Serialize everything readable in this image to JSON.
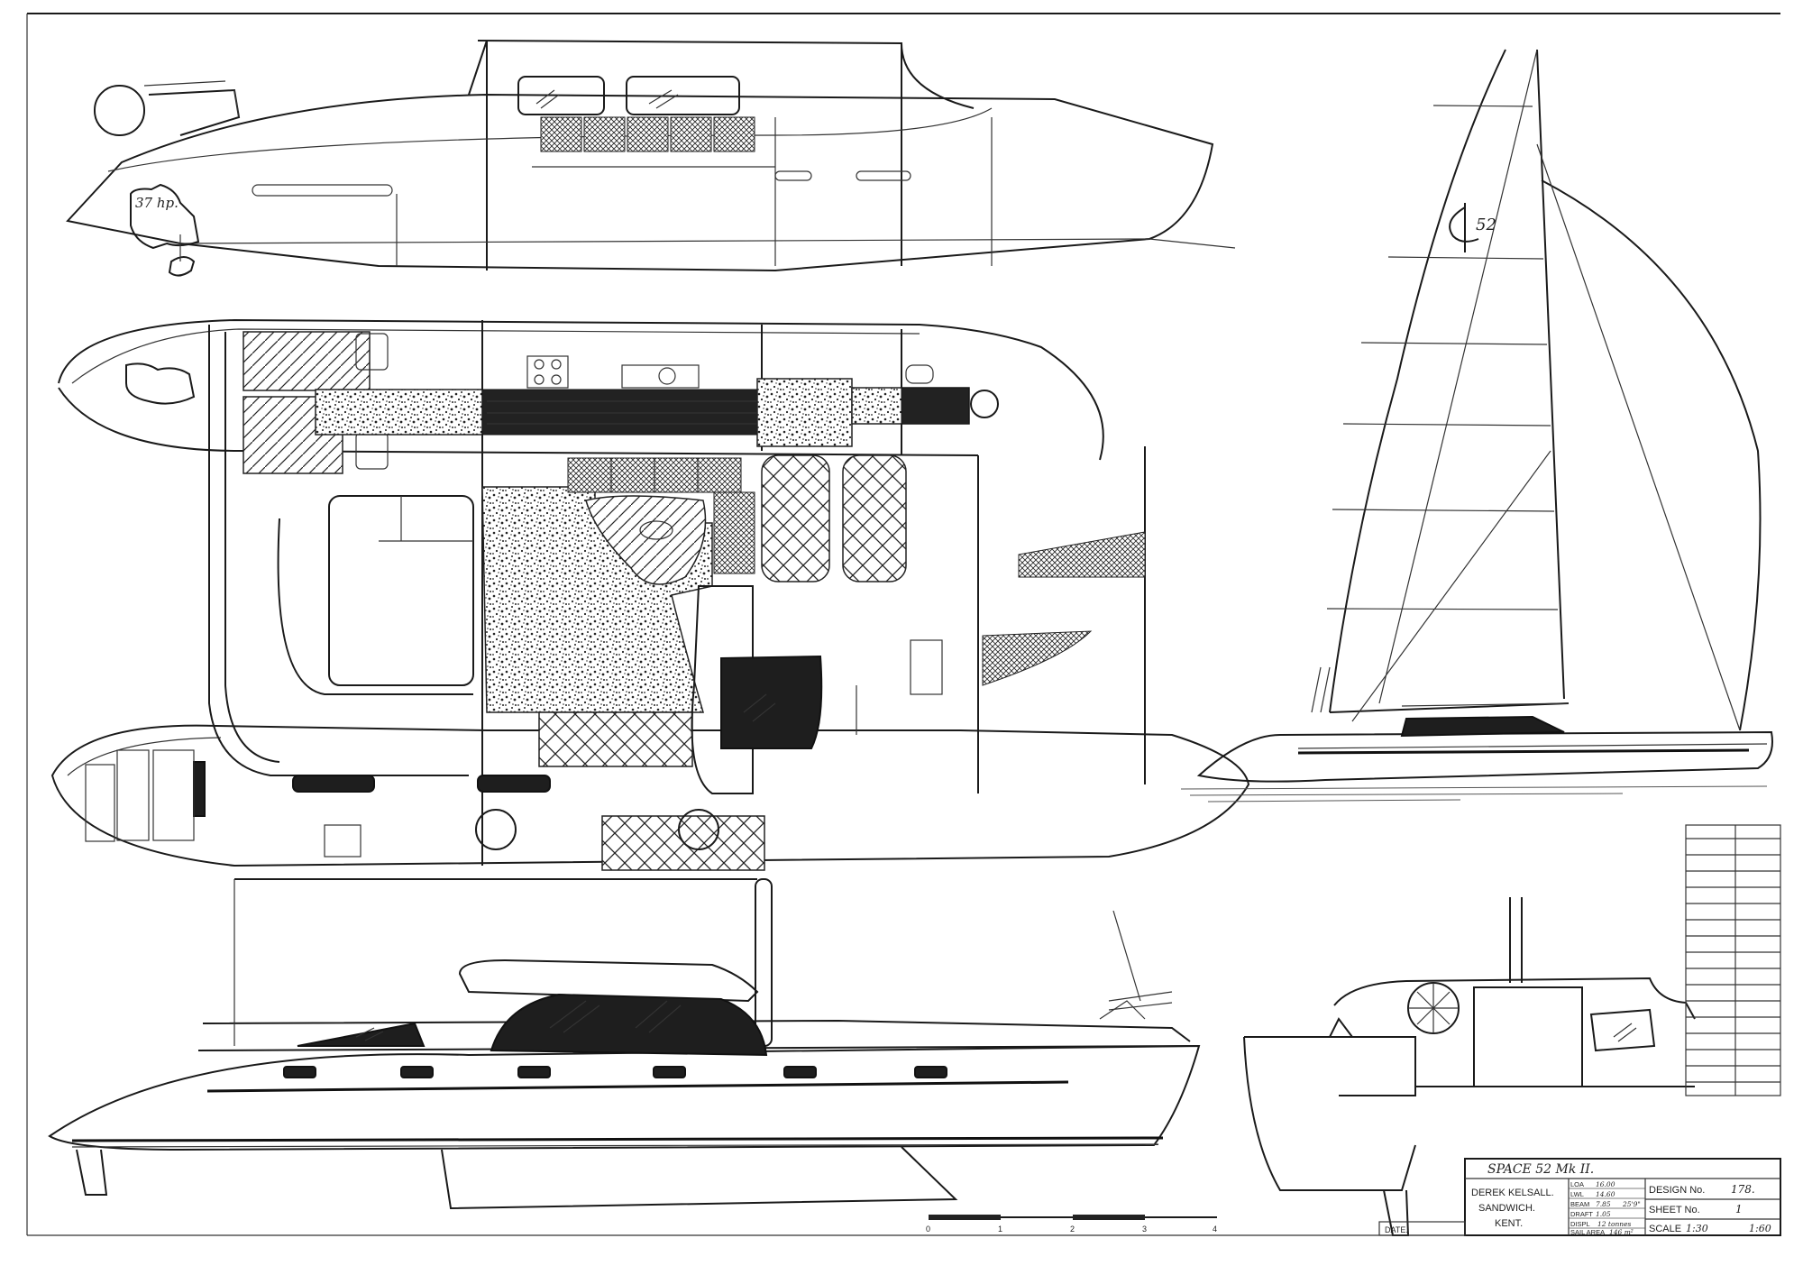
{
  "drawing": {
    "engine_note": "37 hp.",
    "sail_insignia": "52"
  },
  "title_block": {
    "project": "SPACE 52 Mk II.",
    "designer_lines": [
      "DEREK KELSALL.",
      "SANDWICH.",
      "KENT."
    ],
    "specs": [
      {
        "label": "LOA",
        "value": "16.00"
      },
      {
        "label": "LWL",
        "value": "14.60"
      },
      {
        "label": "BEAM",
        "value": "7.85",
        "extra": "25'9\""
      },
      {
        "label": "DRAFT",
        "value": "1.05"
      },
      {
        "label": "DISPL",
        "value": "12 tonnes"
      },
      {
        "label": "SAIL AREA",
        "value": "146 m²"
      }
    ],
    "design_no_label": "DESIGN No.",
    "design_no_value": "178.",
    "sheet_no_label": "SHEET No.",
    "sheet_no_value": "1",
    "scale_label": "SCALE",
    "scale_value_1": "1:30",
    "scale_value_2": "1:60",
    "date_label": "DATE."
  },
  "scale_bar": {
    "ticks": [
      "0",
      "1",
      "2",
      "3",
      "4"
    ]
  }
}
